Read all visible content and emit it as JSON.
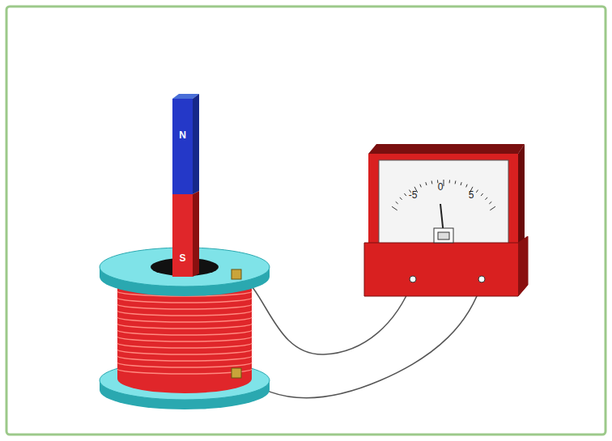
{
  "diagram": {
    "nodes": [
      {
        "text": [
          "N",
          "S"
        ]
      },
      {
        "text": [
          "-5",
          "0",
          "5"
        ]
      }
    ]
  }
}
